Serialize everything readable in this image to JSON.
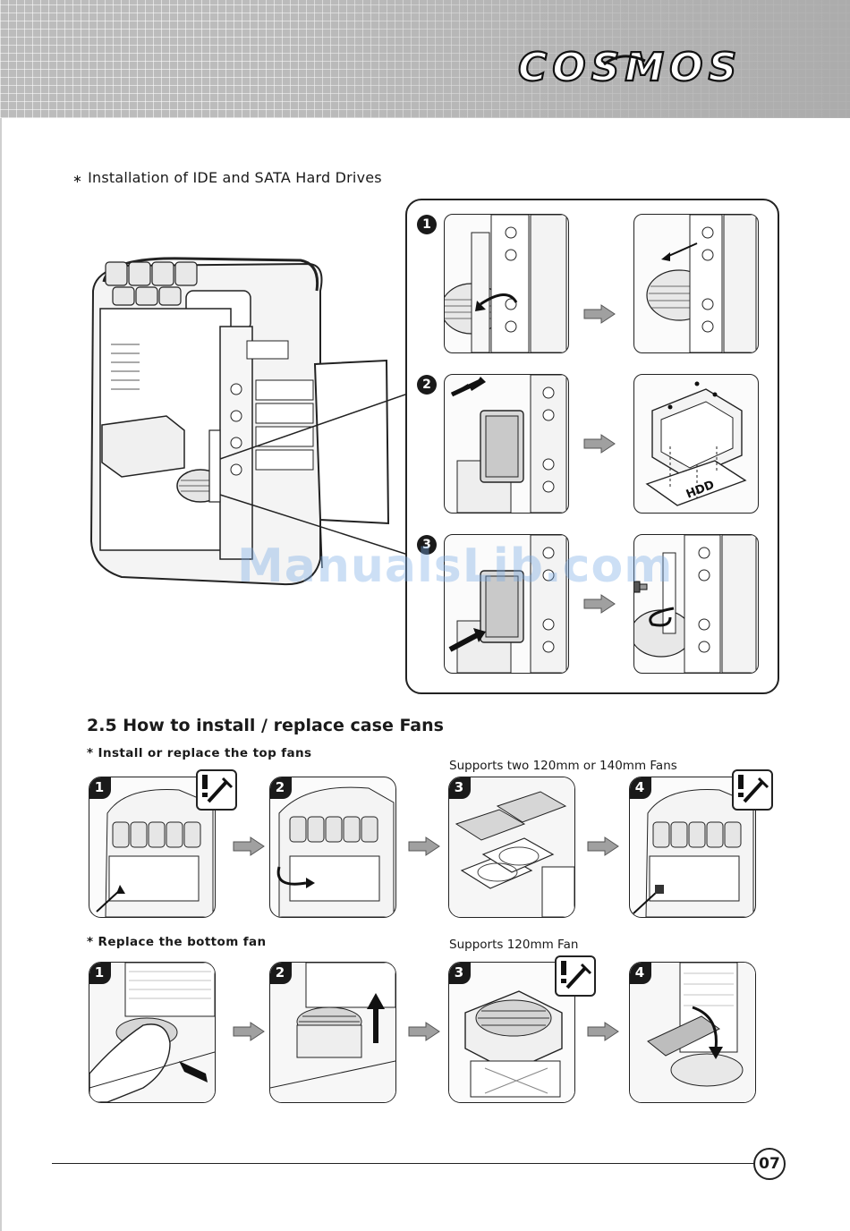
{
  "header": {
    "brand": "COSMOS"
  },
  "hdd_section": {
    "title": "Installation of IDE and SATA Hard Drives",
    "bullet": "∗",
    "steps": [
      "1",
      "2",
      "3"
    ],
    "hdd_label": "HDD"
  },
  "fan_section": {
    "heading": "2.5 How to install / replace case Fans",
    "top": {
      "label": "* Install or replace the top fans",
      "note": "Supports two 120mm or 140mm Fans",
      "steps": [
        "1",
        "2",
        "3",
        "4"
      ]
    },
    "bottom": {
      "label": "* Replace the bottom fan",
      "note": "Supports 120mm Fan",
      "steps": [
        "1",
        "2",
        "3",
        "4"
      ]
    }
  },
  "watermark": "ManualsLib.com",
  "footer": {
    "page_number": "07"
  },
  "colors": {
    "header_gray": "#bcbcbc",
    "ink": "#1a1a1a",
    "arrow_gray": "#a0a0a0",
    "watermark": "#78aae6"
  }
}
